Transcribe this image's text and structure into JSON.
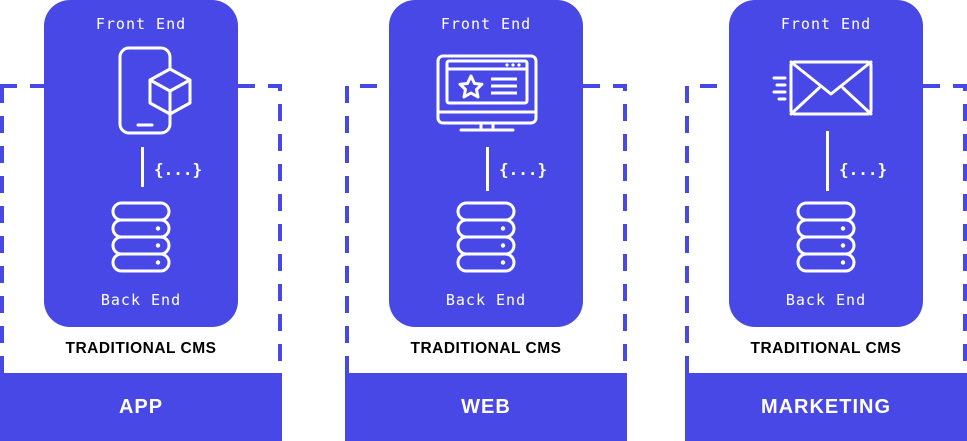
{
  "colors": {
    "accent": "#4848e6",
    "text_on_accent": "#ffffff",
    "cms_text": "#000000"
  },
  "columns": [
    {
      "front_label": "Front End",
      "front_icon": "mobile-cube-icon",
      "api_label": "{...}",
      "back_icon": "database-icon",
      "back_label": "Back End",
      "cms_label": "TRADITIONAL CMS",
      "channel_label": "APP"
    },
    {
      "front_label": "Front End",
      "front_icon": "browser-window-icon",
      "api_label": "{...}",
      "back_icon": "database-icon",
      "back_label": "Back End",
      "cms_label": "TRADITIONAL CMS",
      "channel_label": "WEB"
    },
    {
      "front_label": "Front End",
      "front_icon": "mail-envelope-icon",
      "api_label": "{...}",
      "back_icon": "database-icon",
      "back_label": "Back End",
      "cms_label": "TRADITIONAL CMS",
      "channel_label": "MARKETING"
    }
  ]
}
